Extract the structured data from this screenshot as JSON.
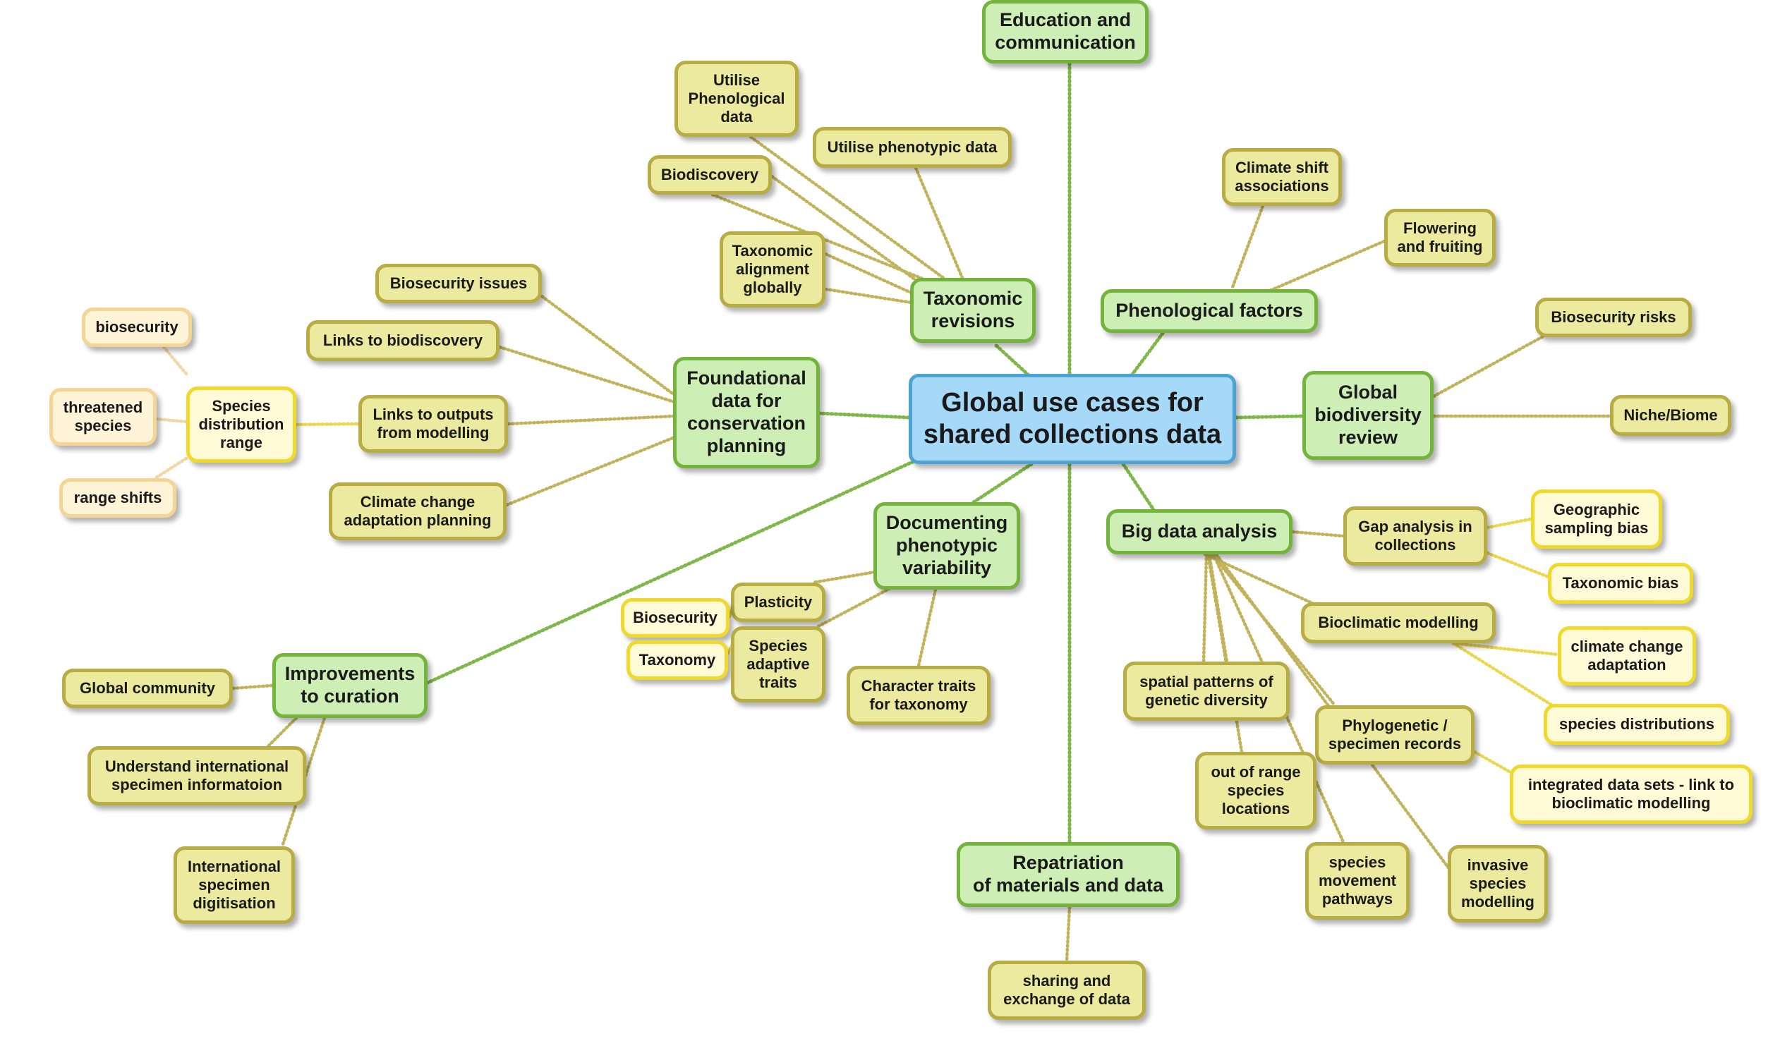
{
  "central": "Global use cases for\nshared collections data",
  "branches": {
    "education": "Education and\ncommunication",
    "taxonomic": "Taxonomic\nrevisions",
    "phenological": "Phenological factors",
    "foundational": "Foundational\ndata for\nconservation\nplanning",
    "global_review": "Global\nbiodiversity\nreview",
    "documenting": "Documenting\nphenotypic\nvariability",
    "big_data": "Big data analysis",
    "improvements": "Improvements\nto curation",
    "repatriation": "Repatriation\nof materials and data"
  },
  "leaves": {
    "utilise_phenological": "Utilise\nPhenological\ndata",
    "utilise_phenotypic": "Utilise phenotypic data",
    "biodiscovery": "Biodiscovery",
    "taxonomic_alignment": "Taxonomic\nalignment\nglobally",
    "climate_shift": "Climate shift\nassociations",
    "flowering": "Flowering\nand fruiting",
    "biosecurity_issues": "Biosecurity issues",
    "links_biodiscovery": "Links to biodiscovery",
    "links_outputs": "Links to outputs\nfrom modelling",
    "climate_adaptation_planning": "Climate change\nadaptation planning",
    "species_distribution_range": "Species\ndistribution\nrange",
    "biosecurity_small": "biosecurity",
    "threatened_species": "threatened\nspecies",
    "range_shifts": "range shifts",
    "biosecurity_risks": "Biosecurity risks",
    "niche_biome": "Niche/Biome",
    "plasticity": "Plasticity",
    "biosecurity_doc": "Biosecurity",
    "taxonomy": "Taxonomy",
    "species_adaptive": "Species\nadaptive\ntraits",
    "character_traits": "Character traits\nfor taxonomy",
    "gap_analysis": "Gap analysis in\ncollections",
    "geographic_bias": "Geographic\nsampling bias",
    "taxonomic_bias": "Taxonomic bias",
    "bioclimatic": "Bioclimatic modelling",
    "climate_change_adaptation": "climate change\nadaptation",
    "species_distributions": "species distributions",
    "spatial_patterns": "spatial patterns of\ngenetic diversity",
    "phylogenetic": "Phylogenetic /\nspecimen records",
    "integrated": "integrated data sets - link to\nbioclimatic modelling",
    "out_of_range": "out of range\nspecies\nlocations",
    "movement": "species\nmovement\npathways",
    "invasive": "invasive\nspecies\nmodelling",
    "global_community": "Global community",
    "understand_international": "Understand international\nspecimen informatoion",
    "international_digitisation": "International\nspecimen\ndigitisation",
    "sharing": "sharing and\nexchange of data"
  },
  "colors": {
    "central_fill": "#a6d8f7",
    "main_fill": "#cdeeb4",
    "leaf_fill": "#ecea9e",
    "yellow_leaf_fill": "#fffbd6",
    "peach_leaf_fill": "#fff3d8",
    "link_green": "#7fb84a",
    "link_olive": "#c2b35a",
    "link_yellow": "#ecd64a",
    "link_peach": "#f2d7a4"
  }
}
